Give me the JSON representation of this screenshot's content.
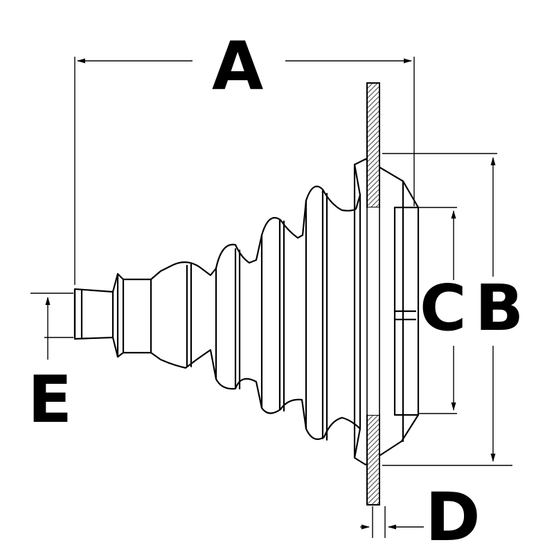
{
  "labels": {
    "a": "A",
    "b": "B",
    "c": "C",
    "d": "D",
    "e": "E"
  },
  "colors": {
    "ink": "#000000",
    "paper": "#ffffff",
    "hatch": "#666666"
  }
}
